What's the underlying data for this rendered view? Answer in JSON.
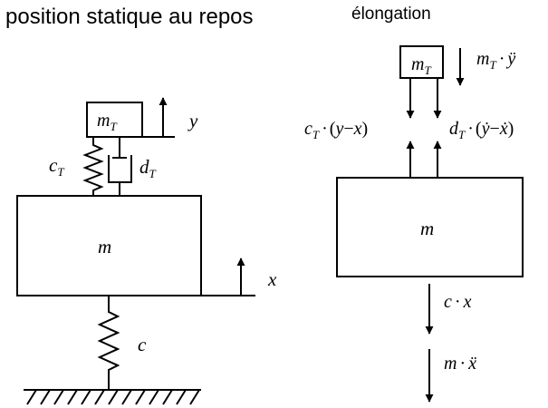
{
  "titles": {
    "left": "position statique au repos",
    "right": "élongation"
  },
  "left_diagram": {
    "main_mass": "m",
    "tmd_mass": {
      "base": "m",
      "sub": "T"
    },
    "tmd_spring": {
      "base": "c",
      "sub": "T"
    },
    "tmd_damper": {
      "base": "d",
      "sub": "T"
    },
    "main_spring": "c",
    "coord_tmd": "y",
    "coord_main": "x"
  },
  "right_diagram": {
    "main_mass": "m",
    "tmd_mass": {
      "base": "m",
      "sub": "T"
    },
    "inertia_tmd": {
      "base": "m",
      "sub": "T",
      "op": "·",
      "var": "ÿ"
    },
    "spring_force": {
      "base": "c",
      "sub": "T",
      "op": "·",
      "open": "(",
      "a": "y",
      "minus": "−",
      "b": "x",
      "close": ")"
    },
    "damper_force": {
      "base": "d",
      "sub": "T",
      "op": "·",
      "open": "(",
      "a": "ẏ",
      "minus": "−",
      "b": "ẋ",
      "close": ")"
    },
    "spring_main_force": {
      "base": "c",
      "op": "·",
      "var": "x"
    },
    "inertia_main": {
      "base": "m",
      "op": "·",
      "var": "ẍ"
    }
  }
}
